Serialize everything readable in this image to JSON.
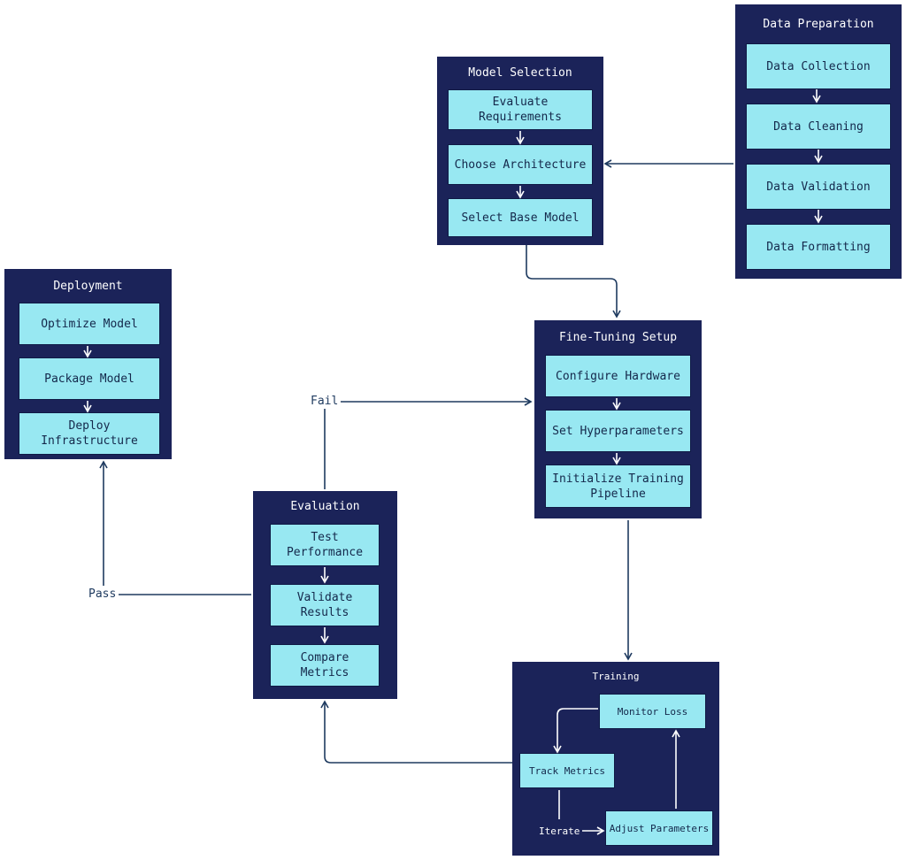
{
  "groups": {
    "data_preparation": {
      "title": "Data Preparation",
      "nodes": [
        "Data Collection",
        "Data Cleaning",
        "Data Validation",
        "Data Formatting"
      ]
    },
    "model_selection": {
      "title": "Model Selection",
      "nodes": [
        "Evaluate\nRequirements",
        "Choose Architecture",
        "Select Base Model"
      ]
    },
    "deployment": {
      "title": "Deployment",
      "nodes": [
        "Optimize Model",
        "Package Model",
        "Deploy\nInfrastructure"
      ]
    },
    "fine_tuning_setup": {
      "title": "Fine-Tuning Setup",
      "nodes": [
        "Configure Hardware",
        "Set Hyperparameters",
        "Initialize Training\nPipeline"
      ]
    },
    "evaluation": {
      "title": "Evaluation",
      "nodes": [
        "Test\nPerformance",
        "Validate\nResults",
        "Compare\nMetrics"
      ]
    },
    "training": {
      "title": "Training",
      "nodes": [
        "Monitor Loss",
        "Track Metrics",
        "Adjust Parameters"
      ]
    }
  },
  "edge_labels": {
    "fail": "Fail",
    "pass": "Pass",
    "iterate": "Iterate"
  },
  "colors": {
    "group_fill": "#1b2359",
    "node_fill": "#98e8f2",
    "edge": "#1e3a5f",
    "inner_edge": "#ffffff"
  }
}
